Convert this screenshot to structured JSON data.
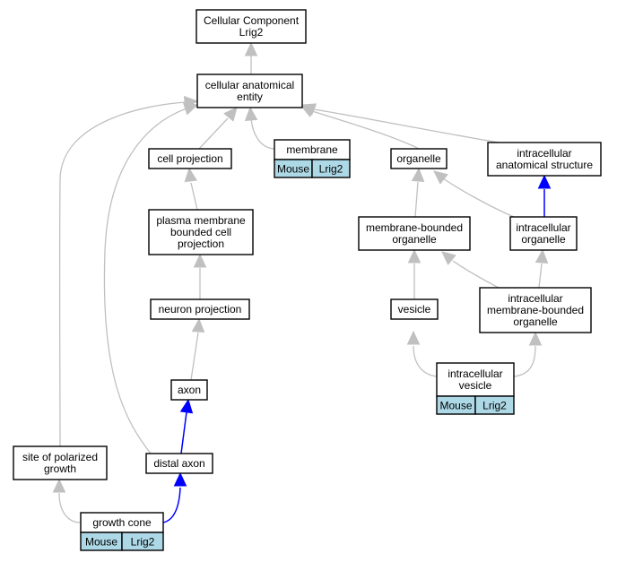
{
  "colors": {
    "edge_default": "#c0c0c0",
    "edge_highlight": "#0000ff",
    "tag_fill": "#add8e6",
    "node_fill": "#ffffff",
    "border": "#000000"
  },
  "nodes": [
    {
      "id": "cc",
      "lines": [
        "Cellular Component",
        "Lrig2"
      ]
    },
    {
      "id": "cae",
      "lines": [
        "cellular anatomical",
        "entity"
      ]
    },
    {
      "id": "cellproj",
      "lines": [
        "cell projection"
      ]
    },
    {
      "id": "membrane",
      "lines": [
        "membrane"
      ],
      "tags": [
        "Mouse",
        "Lrig2"
      ]
    },
    {
      "id": "organelle",
      "lines": [
        "organelle"
      ]
    },
    {
      "id": "ias",
      "lines": [
        "intracellular",
        "anatomical structure"
      ]
    },
    {
      "id": "pmbcp",
      "lines": [
        "plasma membrane",
        "bounded cell",
        "projection"
      ]
    },
    {
      "id": "mbo",
      "lines": [
        "membrane-bounded",
        "organelle"
      ]
    },
    {
      "id": "io",
      "lines": [
        "intracellular",
        "organelle"
      ]
    },
    {
      "id": "neuronproj",
      "lines": [
        "neuron projection"
      ]
    },
    {
      "id": "vesicle",
      "lines": [
        "vesicle"
      ]
    },
    {
      "id": "imbo",
      "lines": [
        "intracellular",
        "membrane-bounded",
        "organelle"
      ]
    },
    {
      "id": "iv",
      "lines": [
        "intracellular",
        "vesicle"
      ],
      "tags": [
        "Mouse",
        "Lrig2"
      ]
    },
    {
      "id": "axon",
      "lines": [
        "axon"
      ]
    },
    {
      "id": "spg",
      "lines": [
        "site of polarized",
        "growth"
      ]
    },
    {
      "id": "distalaxon",
      "lines": [
        "distal axon"
      ]
    },
    {
      "id": "gc",
      "lines": [
        "growth cone"
      ],
      "tags": [
        "Mouse",
        "Lrig2"
      ]
    }
  ],
  "edges": [
    {
      "from": "cae",
      "to": "cc",
      "style": "default"
    },
    {
      "from": "cellproj",
      "to": "cae",
      "style": "default"
    },
    {
      "from": "membrane",
      "to": "cae",
      "style": "default"
    },
    {
      "from": "organelle",
      "to": "cae",
      "style": "default"
    },
    {
      "from": "ias",
      "to": "cae",
      "style": "default"
    },
    {
      "from": "spg",
      "to": "cae",
      "style": "default"
    },
    {
      "from": "distalaxon",
      "to": "cae",
      "style": "default"
    },
    {
      "from": "pmbcp",
      "to": "cellproj",
      "style": "default"
    },
    {
      "from": "neuronproj",
      "to": "pmbcp",
      "style": "default"
    },
    {
      "from": "axon",
      "to": "neuronproj",
      "style": "default"
    },
    {
      "from": "distalaxon",
      "to": "axon",
      "style": "highlight"
    },
    {
      "from": "gc",
      "to": "distalaxon",
      "style": "highlight"
    },
    {
      "from": "gc",
      "to": "spg",
      "style": "default"
    },
    {
      "from": "mbo",
      "to": "organelle",
      "style": "default"
    },
    {
      "from": "io",
      "to": "organelle",
      "style": "default"
    },
    {
      "from": "io",
      "to": "ias",
      "style": "highlight"
    },
    {
      "from": "vesicle",
      "to": "mbo",
      "style": "default"
    },
    {
      "from": "imbo",
      "to": "mbo",
      "style": "default"
    },
    {
      "from": "imbo",
      "to": "io",
      "style": "default"
    },
    {
      "from": "iv",
      "to": "vesicle",
      "style": "default"
    },
    {
      "from": "iv",
      "to": "imbo",
      "style": "default"
    }
  ]
}
